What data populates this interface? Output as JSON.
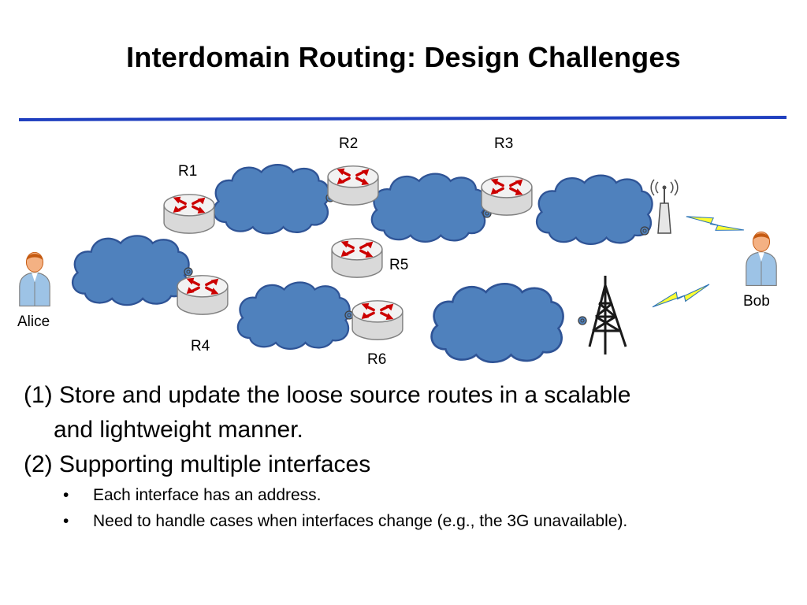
{
  "slide": {
    "title": "Interdomain Routing: Design Challenges"
  },
  "diagram": {
    "routers": {
      "r1": "R1",
      "r2": "R2",
      "r3": "R3",
      "r4": "R4",
      "r5": "R5",
      "r6": "R6"
    },
    "hosts": {
      "alice": "Alice",
      "bob": "Bob"
    },
    "colors": {
      "cloud_fill": "#4f81bd",
      "cloud_stroke": "#2f5496",
      "bolt_fill": "#ffff33",
      "router_arrow": "#cc0000",
      "title_rule": "#1f3fbf"
    }
  },
  "bullets": {
    "item1_line1": "(1) Store and update the loose source routes in a scalable",
    "item1_line2": "and lightweight manner.",
    "item2": "(2) Supporting multiple interfaces",
    "sub1_marker": "•",
    "sub1": "Each interface has an address.",
    "sub2_marker": "•",
    "sub2": "Need to handle cases when interfaces change (e.g., the 3G unavailable)."
  }
}
